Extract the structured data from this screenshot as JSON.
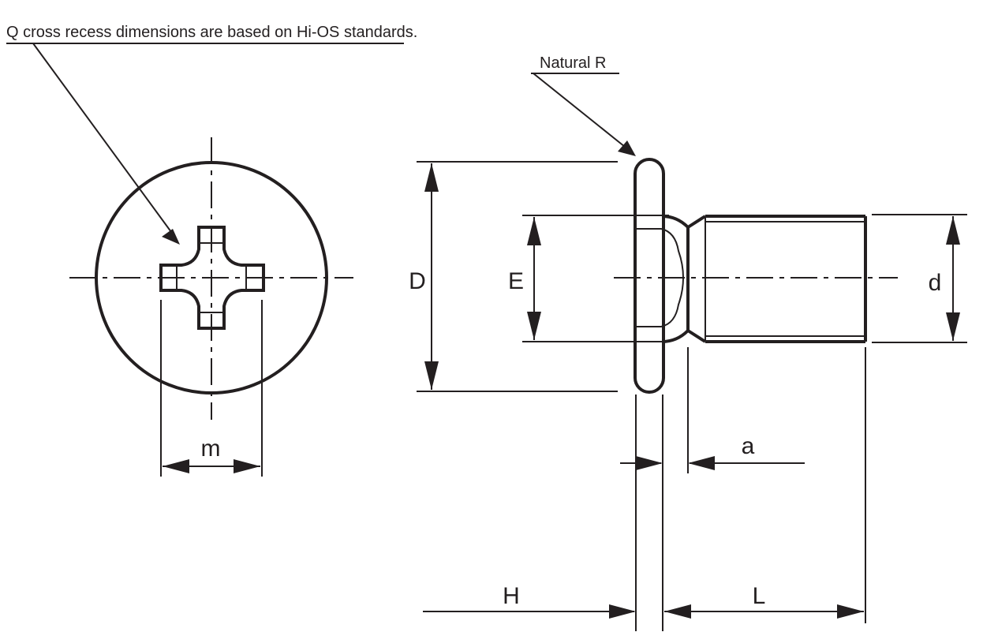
{
  "notes": {
    "recess": "Q cross recess dimensions are based on Hi-OS standards.",
    "radius": "Natural R"
  },
  "dimensions": {
    "m": "m",
    "D": "D",
    "E": "E",
    "d": "d",
    "a": "a",
    "H": "H",
    "L": "L"
  }
}
